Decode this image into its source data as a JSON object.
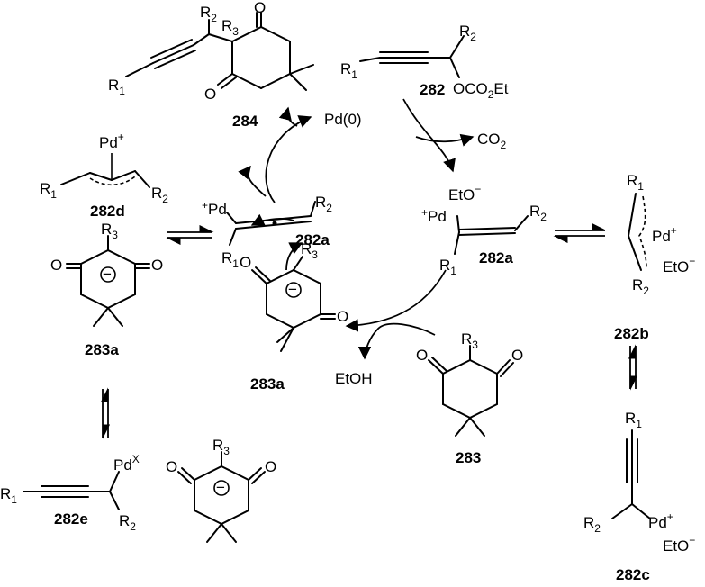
{
  "labels": {
    "r1": "R",
    "r2": "R",
    "r3": "R",
    "sub1": "1",
    "sub2": "2",
    "sub3": "3",
    "o": "O",
    "pd0": "Pd(0)",
    "pd": "Pd",
    "pdx": "Pd",
    "x": "X",
    "plus": "+",
    "co2": "CO",
    "co2_sub": "2",
    "eto": "EtO",
    "minus": "−",
    "etoh": "EtOH",
    "ocoet_a": "OCO",
    "ocoet_b": "2",
    "ocoet_c": "Et"
  },
  "compounds": {
    "c282": "282",
    "c282a": "282a",
    "c282b": "282b",
    "c282c": "282c",
    "c282d": "282d",
    "c282e": "282e",
    "c283": "283",
    "c283a": "283a",
    "c284": "284"
  }
}
